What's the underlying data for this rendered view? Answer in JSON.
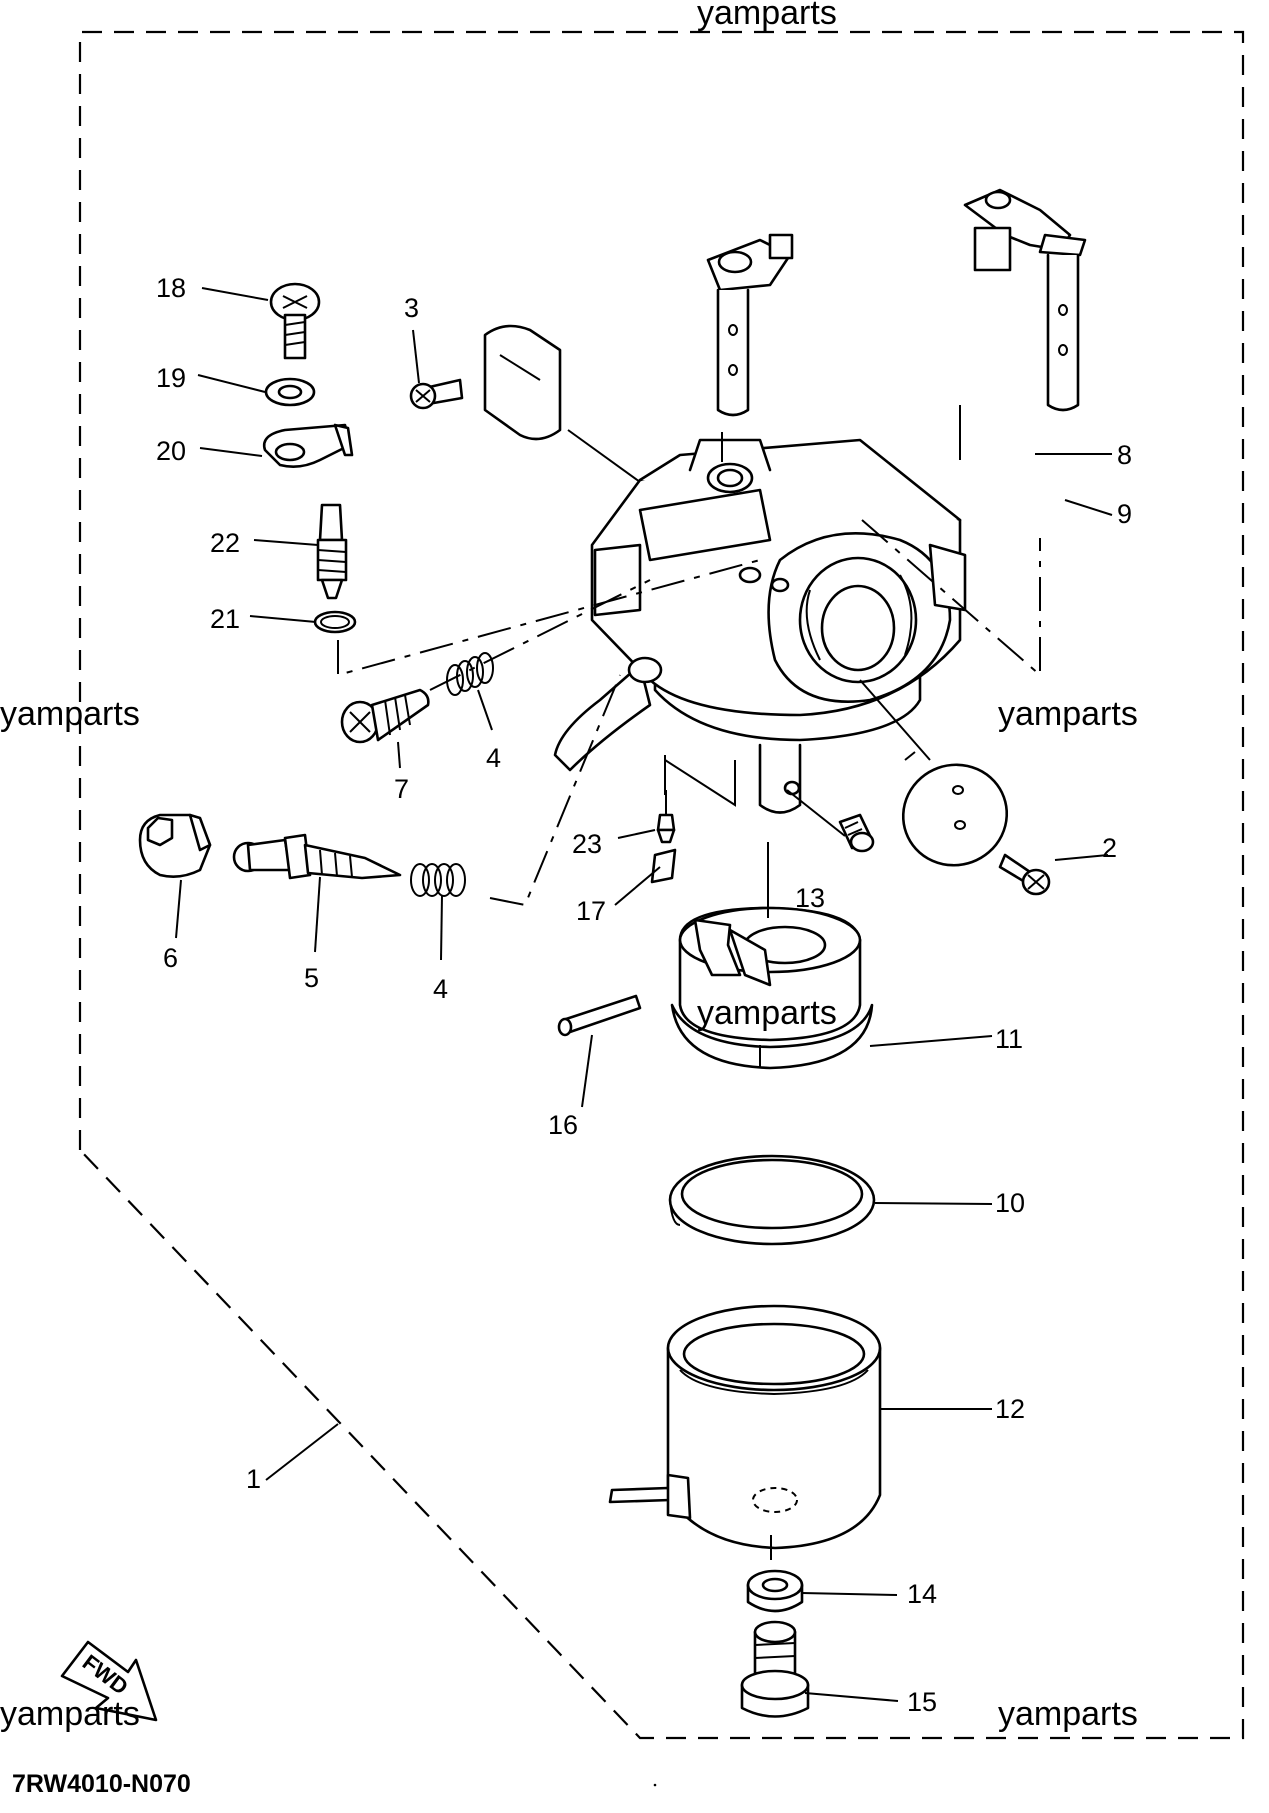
{
  "diagram": {
    "part_code": "7RW4010-N070",
    "watermark": "yamparts",
    "fwd_label": "FWD",
    "callouts": {
      "c1": "1",
      "c2": "2",
      "c3": "3",
      "c4a": "4",
      "c4b": "4",
      "c5": "5",
      "c6": "6",
      "c7": "7",
      "c8": "8",
      "c9": "9",
      "c10": "10",
      "c11": "11",
      "c12": "12",
      "c13": "13",
      "c14": "14",
      "c15": "15",
      "c16": "16",
      "c17": "17",
      "c18": "18",
      "c19": "19",
      "c20": "20",
      "c21": "21",
      "c22": "22",
      "c23": "23"
    }
  }
}
